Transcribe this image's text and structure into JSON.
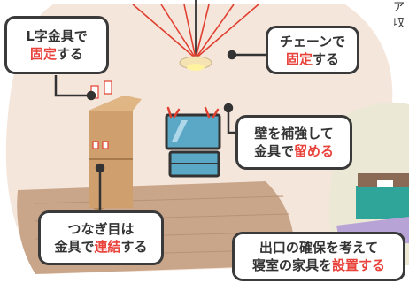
{
  "callouts": {
    "l_bracket": {
      "line1": "L字金具で",
      "emph": "固定",
      "tail": "する"
    },
    "chain": {
      "line1": "チェーンで",
      "emph": "固定",
      "tail": "する"
    },
    "wall": {
      "line1": "壁を補強して",
      "pre": "金具で",
      "emph": "留める"
    },
    "joint": {
      "line1": "つなぎ目は",
      "pre": "金具で",
      "emph": "連結",
      "tail": "する"
    },
    "exit": {
      "line1": "出口の確保を考えて",
      "pre": "寝室の家具を",
      "emph": "設置する"
    }
  },
  "corner": {
    "line1": "ア",
    "line2": "収"
  },
  "colors": {
    "accent": "#e8423a",
    "border": "#3a3a3a",
    "room": "#f5e6dc",
    "floor": "#c9a68a"
  }
}
